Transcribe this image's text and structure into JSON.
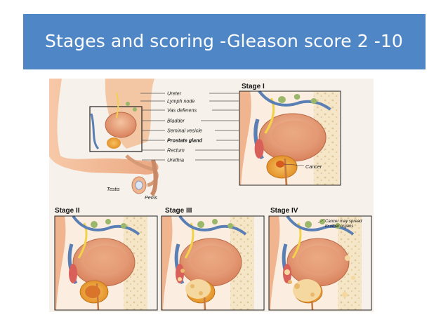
{
  "slide": {
    "title": "Stages and scoring -Gleason score 2 -10"
  },
  "figure": {
    "overview_labels": [
      {
        "text": "Ureter",
        "bold": false
      },
      {
        "text": "Lymph node",
        "bold": false
      },
      {
        "text": "Vas deferens",
        "bold": false
      },
      {
        "text": "Bladder",
        "bold": false
      },
      {
        "text": "Seminal vesicle",
        "bold": false
      },
      {
        "text": "Prostate gland",
        "bold": true
      },
      {
        "text": "Rectum",
        "bold": false
      },
      {
        "text": "Urethra",
        "bold": false
      }
    ],
    "testis_label": "Testis",
    "penis_label": "Penis",
    "cancer_label": "Cancer",
    "stages": {
      "stage1": "Stage I",
      "stage2": "Stage II",
      "stage3": "Stage III",
      "stage4": "Stage IV"
    },
    "stage4_note_line1": "Cancer may spread",
    "stage4_note_line2": "to other organs"
  },
  "colors": {
    "title_bar": "#4f86c6",
    "bladder": "#e8a07a",
    "prostate": "#f0a030",
    "vas": "#5a7fb5",
    "ureter": "#f2d24a"
  }
}
